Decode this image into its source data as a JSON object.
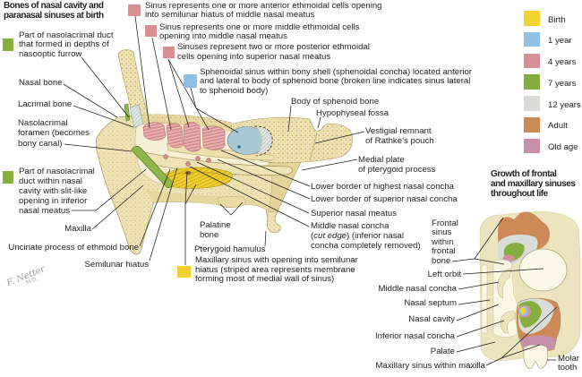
{
  "title": {
    "lines": [
      "Bones of nasal cavity and",
      "paranasal sinuses at birth"
    ]
  },
  "callouts": {
    "anterior_ethmoidal": {
      "color": "#d98f91",
      "lines": [
        "Sinus represents one or more anterior ethmoidal cells opening",
        "into semilunar hiatus of middle nasal meatus"
      ]
    },
    "middle_ethmoidal": {
      "color": "#d98f91",
      "lines": [
        "Sinus represents one or more middle ethmoidal cells",
        "opening into middle nasal meatus"
      ]
    },
    "posterior_ethmoidal": {
      "color": "#d98f91",
      "lines": [
        "Sinuses represent two or more posterior ethmoidal",
        "cells opening into superior nasal meatus"
      ]
    },
    "sphenoidal": {
      "color": "#8fbde6",
      "lines": [
        "Sphenoidal sinus within bony shell (sphenoidal concha) located anterior",
        "and lateral to body of sphenoid bone (broken line indicates sinus lateral",
        "to sphenoid body)"
      ]
    },
    "nasolacrimal_furrow": {
      "color": "#86b13f",
      "lines": [
        "Part of nasolacrimal duct",
        "that formed in depths of",
        "nasooptic furrow"
      ]
    },
    "nasolacrimal_cavity": {
      "color": "#86b13f",
      "lines": [
        "Part of nasolacrimal",
        "duct within nasal",
        "cavity with slit-like",
        "opening in inferior",
        "nasal meatus"
      ]
    },
    "maxillary": {
      "color": "#f0d12f",
      "lines": [
        "Maxillary sinus with opening into semilunar",
        "hiatus (striped area represents membrane",
        "forming most of medial wall of sinus)"
      ]
    }
  },
  "labels": {
    "nasal_bone": "Nasal bone",
    "lacrimal_bone": "Lacrimal bone",
    "nasolacrimal_foramen": [
      "Nasolacrimal",
      "foramen (becomes",
      "bony canal)"
    ],
    "maxilla": "Maxilla",
    "uncinate_process": "Uncinate process of ethmoid bone",
    "semilunar_hiatus": "Semilunar hiatus",
    "palatine_bone": [
      "Palatine",
      "bone"
    ],
    "pterygoid_hamulus": "Pterygoid hamulus",
    "body_of_sphenoid": "Body of sphenoid bone",
    "hypophyseal_fossa": "Hypophyseal fossa",
    "rathkes_pouch": [
      "Vestigial remnant",
      "of Rathke’s pouch"
    ],
    "medial_pterygoid_plate": [
      "Medial plate",
      "of pterygoid process"
    ],
    "highest_concha_border": "Lower border of highest nasal concha",
    "superior_concha_border": "Lower border of superior nasal concha",
    "superior_meatus": "Superior nasal meatus",
    "middle_concha": {
      "line1": "Middle nasal concha",
      "line2_open": "(",
      "line2_italic": "cut edge",
      "line2_rest": ") (inferior nasal",
      "line3": "concha completely removed)"
    }
  },
  "legend": {
    "items": [
      {
        "label": "Birth",
        "color": "#f2d330"
      },
      {
        "label": "1 year",
        "color": "#92c1e8"
      },
      {
        "label": "4 years",
        "color": "#d98f98"
      },
      {
        "label": "7 years",
        "color": "#84ae3e"
      },
      {
        "label": "12 years",
        "color": "#d8dbd6"
      },
      {
        "label": "Adult",
        "color": "#cd8a56"
      },
      {
        "label": "Old age",
        "color": "#c78fa9"
      }
    ]
  },
  "inset": {
    "title": [
      "Growth of frontal",
      "and maxillary sinuses",
      "throughout life"
    ],
    "labels": {
      "frontal_sinus": [
        "Frontal",
        "sinus",
        "within",
        "frontal",
        "bone"
      ],
      "left_orbit": "Left orbit",
      "middle_nasal_concha": "Middle nasal concha",
      "nasal_septum": "Nasal septum",
      "nasal_cavity": "Nasal cavity",
      "inferior_nasal_concha": "Inferior nasal concha",
      "palate": "Palate",
      "maxillary_sinus": "Maxillary sinus within maxilla",
      "molar_tooth": [
        "Molar",
        "tooth"
      ]
    }
  },
  "signature": {
    "name": "F. Netter",
    "suffix": "M.D."
  }
}
